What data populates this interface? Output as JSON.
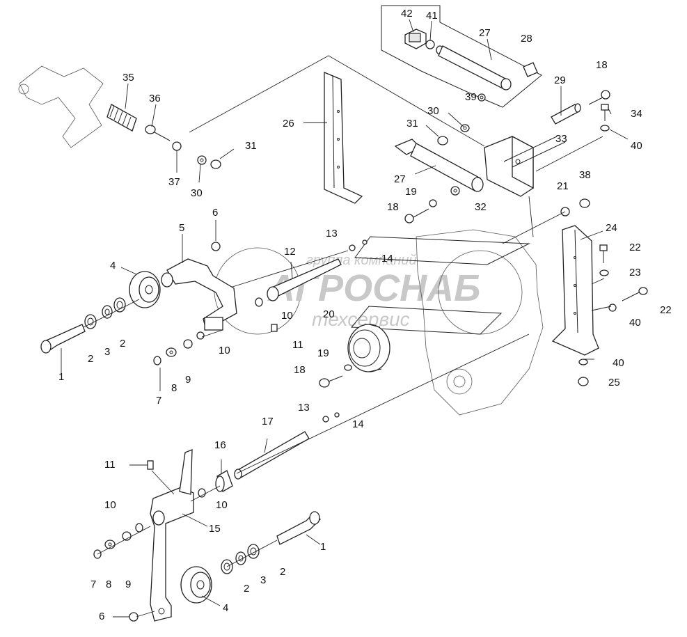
{
  "watermark": {
    "line1": "группа компаний",
    "line2": "АГРОСНАБ",
    "line3": "техсервис"
  },
  "callouts": [
    {
      "id": "c42",
      "text": "42"
    },
    {
      "id": "c41",
      "text": "41"
    },
    {
      "id": "c27a",
      "text": "27"
    },
    {
      "id": "c28",
      "text": "28"
    },
    {
      "id": "c35",
      "text": "35"
    },
    {
      "id": "c36",
      "text": "36"
    },
    {
      "id": "c39",
      "text": "39"
    },
    {
      "id": "c30a",
      "text": "30"
    },
    {
      "id": "c29",
      "text": "29"
    },
    {
      "id": "c18a",
      "text": "18"
    },
    {
      "id": "c34",
      "text": "34"
    },
    {
      "id": "c26",
      "text": "26"
    },
    {
      "id": "c31a",
      "text": "31"
    },
    {
      "id": "c33",
      "text": "33"
    },
    {
      "id": "c40a",
      "text": "40"
    },
    {
      "id": "c31b",
      "text": "31"
    },
    {
      "id": "c37",
      "text": "37"
    },
    {
      "id": "c30b",
      "text": "30"
    },
    {
      "id": "c27b",
      "text": "27"
    },
    {
      "id": "c19a",
      "text": "19"
    },
    {
      "id": "c32",
      "text": "32"
    },
    {
      "id": "c18b",
      "text": "18"
    },
    {
      "id": "c21",
      "text": "21"
    },
    {
      "id": "c38",
      "text": "38"
    },
    {
      "id": "c6a",
      "text": "6"
    },
    {
      "id": "c5",
      "text": "5"
    },
    {
      "id": "c24",
      "text": "24"
    },
    {
      "id": "c13a",
      "text": "13"
    },
    {
      "id": "c12",
      "text": "12"
    },
    {
      "id": "c14a",
      "text": "14"
    },
    {
      "id": "c22a",
      "text": "22"
    },
    {
      "id": "c23",
      "text": "23"
    },
    {
      "id": "c4a",
      "text": "4"
    },
    {
      "id": "c22b",
      "text": "22"
    },
    {
      "id": "c10a",
      "text": "10"
    },
    {
      "id": "c40b",
      "text": "40"
    },
    {
      "id": "c20",
      "text": "20"
    },
    {
      "id": "c11a",
      "text": "11"
    },
    {
      "id": "c3a",
      "text": "3"
    },
    {
      "id": "c2a",
      "text": "2"
    },
    {
      "id": "c2b",
      "text": "2"
    },
    {
      "id": "c10b",
      "text": "10"
    },
    {
      "id": "c19b",
      "text": "19"
    },
    {
      "id": "c40c",
      "text": "40"
    },
    {
      "id": "c1a",
      "text": "1"
    },
    {
      "id": "c9a",
      "text": "9"
    },
    {
      "id": "c18c",
      "text": "18"
    },
    {
      "id": "c25",
      "text": "25"
    },
    {
      "id": "c7a",
      "text": "7"
    },
    {
      "id": "c8a",
      "text": "8"
    },
    {
      "id": "c13b",
      "text": "13"
    },
    {
      "id": "c14b",
      "text": "14"
    },
    {
      "id": "c17",
      "text": "17"
    },
    {
      "id": "c16",
      "text": "16"
    },
    {
      "id": "c11b",
      "text": "11"
    },
    {
      "id": "c10c",
      "text": "10"
    },
    {
      "id": "c10d",
      "text": "10"
    },
    {
      "id": "c15",
      "text": "15"
    },
    {
      "id": "c1b",
      "text": "1"
    },
    {
      "id": "c9b",
      "text": "9"
    },
    {
      "id": "c8b",
      "text": "8"
    },
    {
      "id": "c7b",
      "text": "7"
    },
    {
      "id": "c3b",
      "text": "3"
    },
    {
      "id": "c2c",
      "text": "2"
    },
    {
      "id": "c2d",
      "text": "2"
    },
    {
      "id": "c4b",
      "text": "4"
    },
    {
      "id": "c6b",
      "text": "6"
    }
  ]
}
